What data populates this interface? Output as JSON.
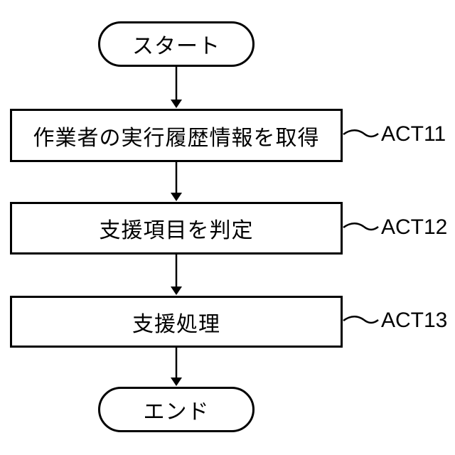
{
  "flowchart": {
    "start": {
      "label": "スタート"
    },
    "steps": [
      {
        "label": "作業者の実行履歴情報を取得",
        "ref": "ACT11"
      },
      {
        "label": "支援項目を判定",
        "ref": "ACT12"
      },
      {
        "label": "支援処理",
        "ref": "ACT13"
      }
    ],
    "end": {
      "label": "エンド"
    }
  }
}
